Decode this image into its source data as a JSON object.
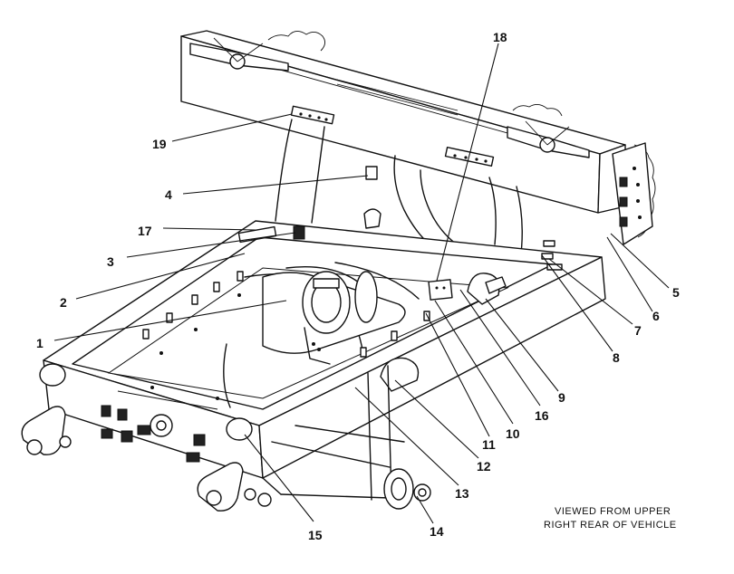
{
  "caption": {
    "line1": "VIEWED FROM UPPER",
    "line2": "RIGHT REAR OF VEHICLE"
  },
  "callouts": [
    "1",
    "2",
    "3",
    "4",
    "5",
    "6",
    "7",
    "8",
    "9",
    "10",
    "11",
    "12",
    "13",
    "14",
    "15",
    "16",
    "17",
    "18",
    "19"
  ]
}
